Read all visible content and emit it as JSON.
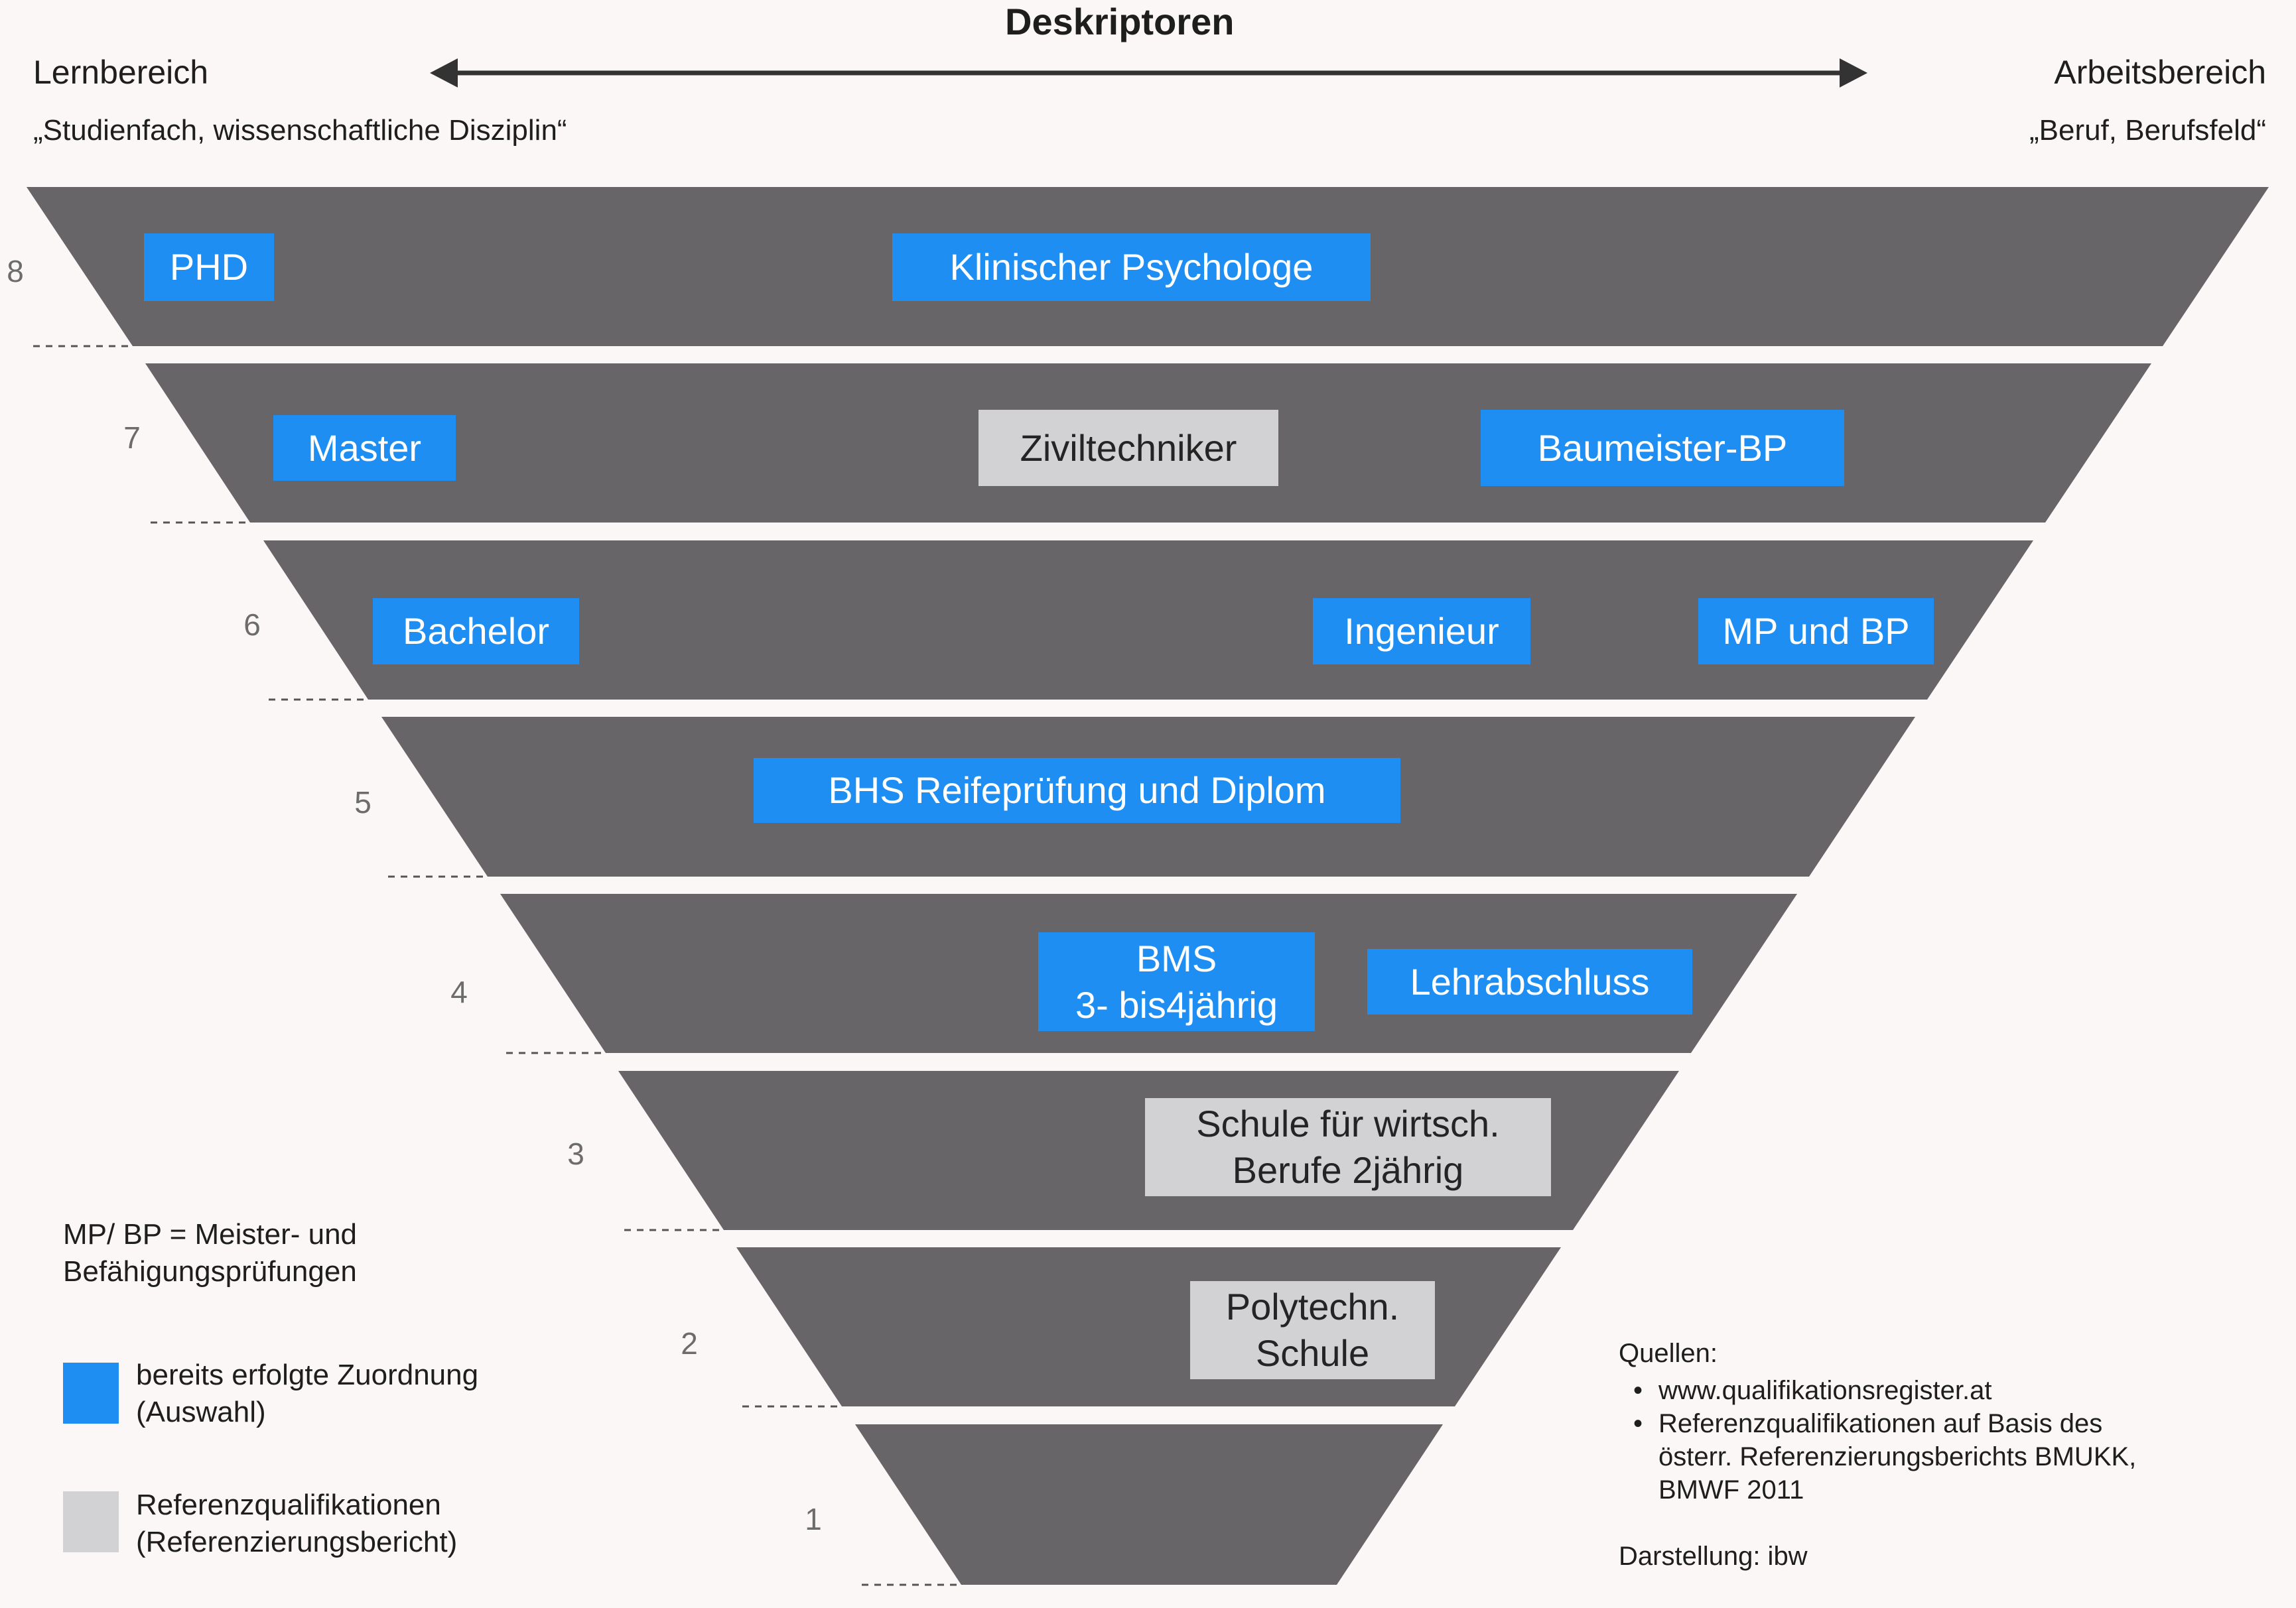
{
  "title": "Deskriptoren",
  "left_axis": {
    "label": "Lernbereich",
    "description": "„Studienfach, wissenschaftliche Disziplin“"
  },
  "right_axis": {
    "label": "Arbeitsbereich",
    "description": "„Beruf, Berufsfeld“"
  },
  "levels": [
    {
      "number": "8",
      "qualifications": [
        {
          "id": "phd",
          "text": "PHD",
          "type": "blue"
        },
        {
          "id": "klinischer-psychologe",
          "text": "Klinischer Psychologe",
          "type": "blue"
        }
      ]
    },
    {
      "number": "7",
      "qualifications": [
        {
          "id": "master",
          "text": "Master",
          "type": "blue"
        },
        {
          "id": "ziviltechniker",
          "text": "Ziviltechniker",
          "type": "grey"
        },
        {
          "id": "baumeister-bp",
          "text": "Baumeister-BP",
          "type": "blue"
        }
      ]
    },
    {
      "number": "6",
      "qualifications": [
        {
          "id": "bachelor",
          "text": "Bachelor",
          "type": "blue"
        },
        {
          "id": "ingenieur",
          "text": "Ingenieur",
          "type": "blue"
        },
        {
          "id": "mp-und-bp",
          "text": "MP und BP",
          "type": "blue"
        }
      ]
    },
    {
      "number": "5",
      "qualifications": [
        {
          "id": "bhs-reifepruefung",
          "text": "BHS Reifeprüfung und Diplom",
          "type": "blue"
        }
      ]
    },
    {
      "number": "4",
      "qualifications": [
        {
          "id": "bms",
          "text": "BMS\n3- bis4jährig",
          "type": "blue"
        },
        {
          "id": "lehrabschluss",
          "text": "Lehrabschluss",
          "type": "blue"
        }
      ]
    },
    {
      "number": "3",
      "qualifications": [
        {
          "id": "schule-wirtsch-berufe",
          "text": "Schule für wirtsch.\nBerufe 2jährig",
          "type": "grey"
        }
      ]
    },
    {
      "number": "2",
      "qualifications": [
        {
          "id": "polytechn-schule",
          "text": "Polytechn.\nSchule",
          "type": "grey"
        }
      ]
    },
    {
      "number": "1",
      "qualifications": []
    }
  ],
  "legend": {
    "abbreviation": "MP/ BP = Meister- und\nBefähigungsprüfungen",
    "items": [
      {
        "type": "blue",
        "color": "#1e8ef3",
        "label": "bereits erfolgte Zuordnung\n(Auswahl)"
      },
      {
        "type": "grey",
        "color": "#d2d1d3",
        "label": "Referenzqualifikationen\n(Referenzierungsbericht)"
      }
    ]
  },
  "sources": {
    "heading": "Quellen:",
    "items": [
      "www.qualifikationsregister.at",
      "Referenzqualifikationen auf Basis des\nösterr. Referenzierungsberichts BMUKK,\nBMWF 2011"
    ],
    "credit": "Darstellung: ibw"
  },
  "colors": {
    "band": "#676568",
    "blue": "#1e8ef3",
    "grey": "#d2d1d3",
    "background": "#faf7f6"
  }
}
